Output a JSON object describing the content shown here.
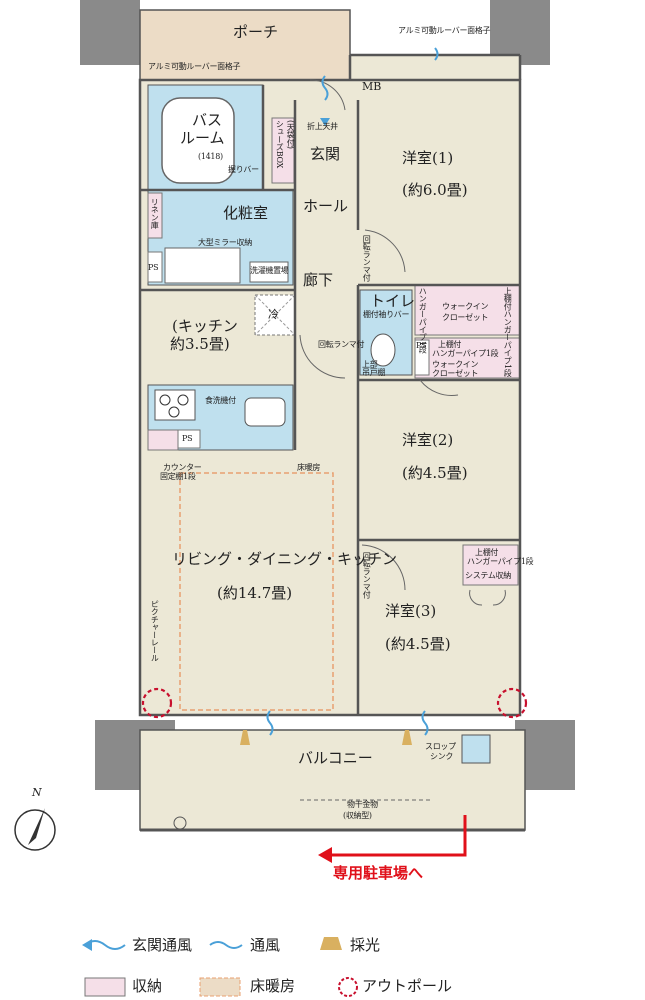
{
  "rooms": {
    "porch": "ポーチ",
    "mb": "MB",
    "bathroom": [
      "バス",
      "ルーム"
    ],
    "bathroom_size": "(1418)",
    "grab_bar": "握りバー",
    "shoes_box": "シューズBOX",
    "shoes_box_sub": "(天袋付)",
    "drop_ceiling": "折上天井",
    "entrance": "玄関",
    "hall": "ホール",
    "washroom": "化粧室",
    "linen": "リネン庫",
    "mirror": "大型ミラー収納",
    "washer": "洗濯機置場",
    "ps": "PS",
    "corridor": "廊下",
    "kitchen": [
      "(キッチン",
      "約3.5畳)"
    ],
    "fridge": "冷",
    "dishwasher": "食洗機付",
    "counter": [
      "カウンター",
      "固定棚1段"
    ],
    "floor_heating": "床暖房",
    "ldk": "リビング・ダイニング・キッチン",
    "ldk_size": "(約14.7畳)",
    "picture_rail": "ピクチャーレール",
    "toilet": "トイレ",
    "towel_bar": "棚付袖りバー",
    "upper_shelf_toilet": [
      "上部",
      "吊戸棚"
    ],
    "transom": "回転ランマ付",
    "room1": "洋室(1)",
    "room1_size": "(約6.0畳)",
    "room2": "洋室(2)",
    "room2_size": "(約4.5畳)",
    "room3": "洋室(3)",
    "room3_size": "(約4.5畳)",
    "wic1": [
      "ウォークイン",
      "クローゼット"
    ],
    "wic1_side_left": "ハンガーパイプ1段",
    "wic1_side_right": "上棚付ハンガーパイプ1段",
    "wic2": [
      "ウォークイン",
      "クローゼット"
    ],
    "wic2_note": [
      "上棚付",
      "ハンガーパイプ1段"
    ],
    "sys_storage": "システム収納",
    "sys_note": [
      "上棚付",
      "ハンガーパイプ1段"
    ],
    "balcony": "バルコニー",
    "slop_sink": [
      "スロップ",
      "シンク"
    ],
    "clothes_pole": [
      "物干金物",
      "(収納型)"
    ],
    "louver_top": "アルミ可動ルーバー面格子",
    "louver_left": "アルミ可動ルーバー面格子",
    "parking": "専用駐車場へ"
  },
  "compass": "N",
  "legend": {
    "entrance_wind": "玄関通風",
    "wind": "通風",
    "light": "採光",
    "storage": "収納",
    "floor_heating": "床暖房",
    "outpole": "アウトポール"
  },
  "colors": {
    "wall": "#8a8a8a",
    "room_fill": "#ece8d6",
    "porch_fill": "#ecdcc6",
    "water_fill": "#bfe0ee",
    "storage_fill": "#f5dfe8",
    "heating_line": "#e8a070",
    "wind_blue": "#4aa0d8",
    "light_gold": "#d9b060",
    "accent_red": "#e0101a"
  }
}
